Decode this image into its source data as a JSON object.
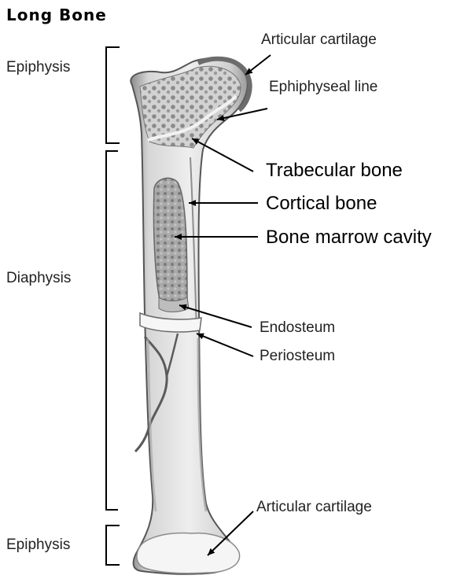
{
  "title": "Long Bone",
  "regions": {
    "epiphysis_top": "Epiphysis",
    "diaphysis": "Diaphysis",
    "epiphysis_bottom": "Epiphysis"
  },
  "labels": {
    "articular_cartilage_top": "Articular cartilage",
    "epiphyseal_line": "Ephiphyseal line",
    "trabecular_bone": "Trabecular bone",
    "cortical_bone": "Cortical bone",
    "bone_marrow_cavity": "Bone marrow cavity",
    "endosteum": "Endosteum",
    "periosteum": "Periosteum",
    "articular_cartilage_bottom": "Articular cartilage"
  }
}
